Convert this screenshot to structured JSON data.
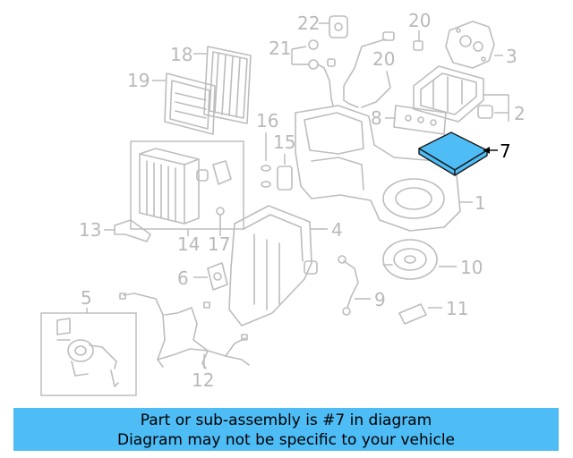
{
  "diagram": {
    "labels": [
      "22",
      "20",
      "21",
      "20",
      "3",
      "18",
      "19",
      "2",
      "8",
      "16",
      "15",
      "7",
      "1",
      "13",
      "14",
      "17",
      "4",
      "6",
      "10",
      "5",
      "9",
      "11",
      "12"
    ],
    "highlight_part": "7",
    "highlight_color": "#4ebcf5",
    "part_color": "#bdbdbd"
  },
  "banner": {
    "line1": "Part or sub-assembly is #7 in diagram",
    "line2": "Diagram may not be specific to your vehicle",
    "background": "#4ebcf5"
  }
}
